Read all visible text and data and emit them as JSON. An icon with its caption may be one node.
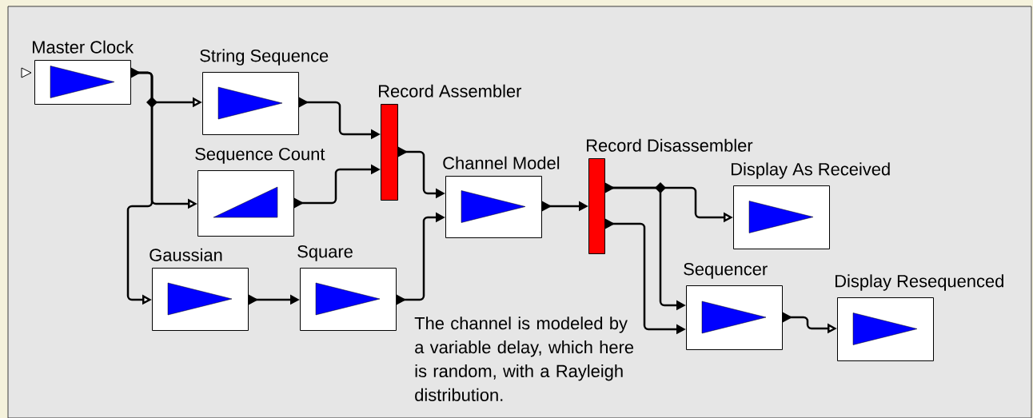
{
  "diagram": {
    "nodes": [
      {
        "text": [
          "Master Clock"
        ]
      },
      {
        "text": [
          "String Sequence"
        ]
      },
      {
        "text": [
          "Record Assembler"
        ]
      },
      {
        "text": [
          "Sequence Count"
        ]
      },
      {
        "text": [
          "Channel Model"
        ]
      },
      {
        "text": [
          "Record Disassembler"
        ]
      },
      {
        "text": [
          "Display As Received"
        ]
      },
      {
        "text": [
          "Gaussian"
        ]
      },
      {
        "text": [
          "Square"
        ]
      },
      {
        "text": [
          "Sequencer"
        ]
      },
      {
        "text": [
          "Display Resequenced"
        ]
      }
    ],
    "edges": [
      {
        "from": 0,
        "to": 1,
        "arrow": "to"
      },
      {
        "from": 0,
        "to": 3,
        "arrow": "to"
      },
      {
        "from": 0,
        "to": 7,
        "arrow": "to"
      },
      {
        "from": 1,
        "to": 2,
        "arrow": "to"
      },
      {
        "from": 3,
        "to": 2,
        "arrow": "to"
      },
      {
        "from": 2,
        "to": 4,
        "arrow": "to"
      },
      {
        "from": 7,
        "to": 8,
        "arrow": "to"
      },
      {
        "from": 8,
        "to": 4,
        "arrow": "to"
      },
      {
        "from": 4,
        "to": 5,
        "arrow": "to"
      },
      {
        "from": 5,
        "to": 6,
        "arrow": "to"
      },
      {
        "from": 5,
        "to": 9,
        "arrow": "to"
      },
      {
        "from": 5,
        "to": 9,
        "arrow": "to"
      },
      {
        "from": 9,
        "to": 10,
        "arrow": "to"
      }
    ],
    "labels": [
      "The channel is modeled by a variable delay, which here is random, with a Rayleigh distribution."
    ]
  }
}
